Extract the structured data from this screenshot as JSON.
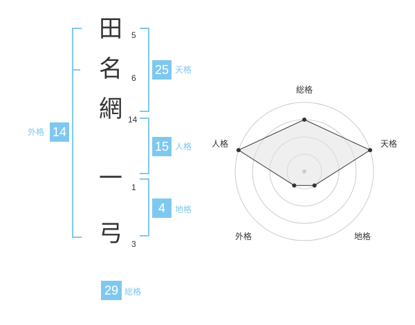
{
  "name_characters": [
    {
      "char": "田",
      "strokes": "5"
    },
    {
      "char": "名",
      "strokes": "6"
    },
    {
      "char": "網",
      "strokes": "14"
    },
    {
      "char": "一",
      "strokes": "1"
    },
    {
      "char": "弓",
      "strokes": "3"
    }
  ],
  "kakusu": {
    "tenkaku": {
      "value": "25",
      "label": "天格"
    },
    "jinkaku": {
      "value": "15",
      "label": "人格"
    },
    "chikaku": {
      "value": "4",
      "label": "地格"
    },
    "gaikaku": {
      "value": "14",
      "label": "外格"
    },
    "soukaku": {
      "value": "29",
      "label": "総格"
    }
  },
  "radar": {
    "axes": [
      "総格",
      "天格",
      "地格",
      "外格",
      "人格"
    ],
    "levels": 4,
    "values": [
      3,
      4,
      1,
      1,
      4
    ],
    "colors": {
      "fill": "#f0f0f0",
      "ring": "#cccccc",
      "line": "#333333",
      "accent": "#7ec8f0"
    }
  }
}
